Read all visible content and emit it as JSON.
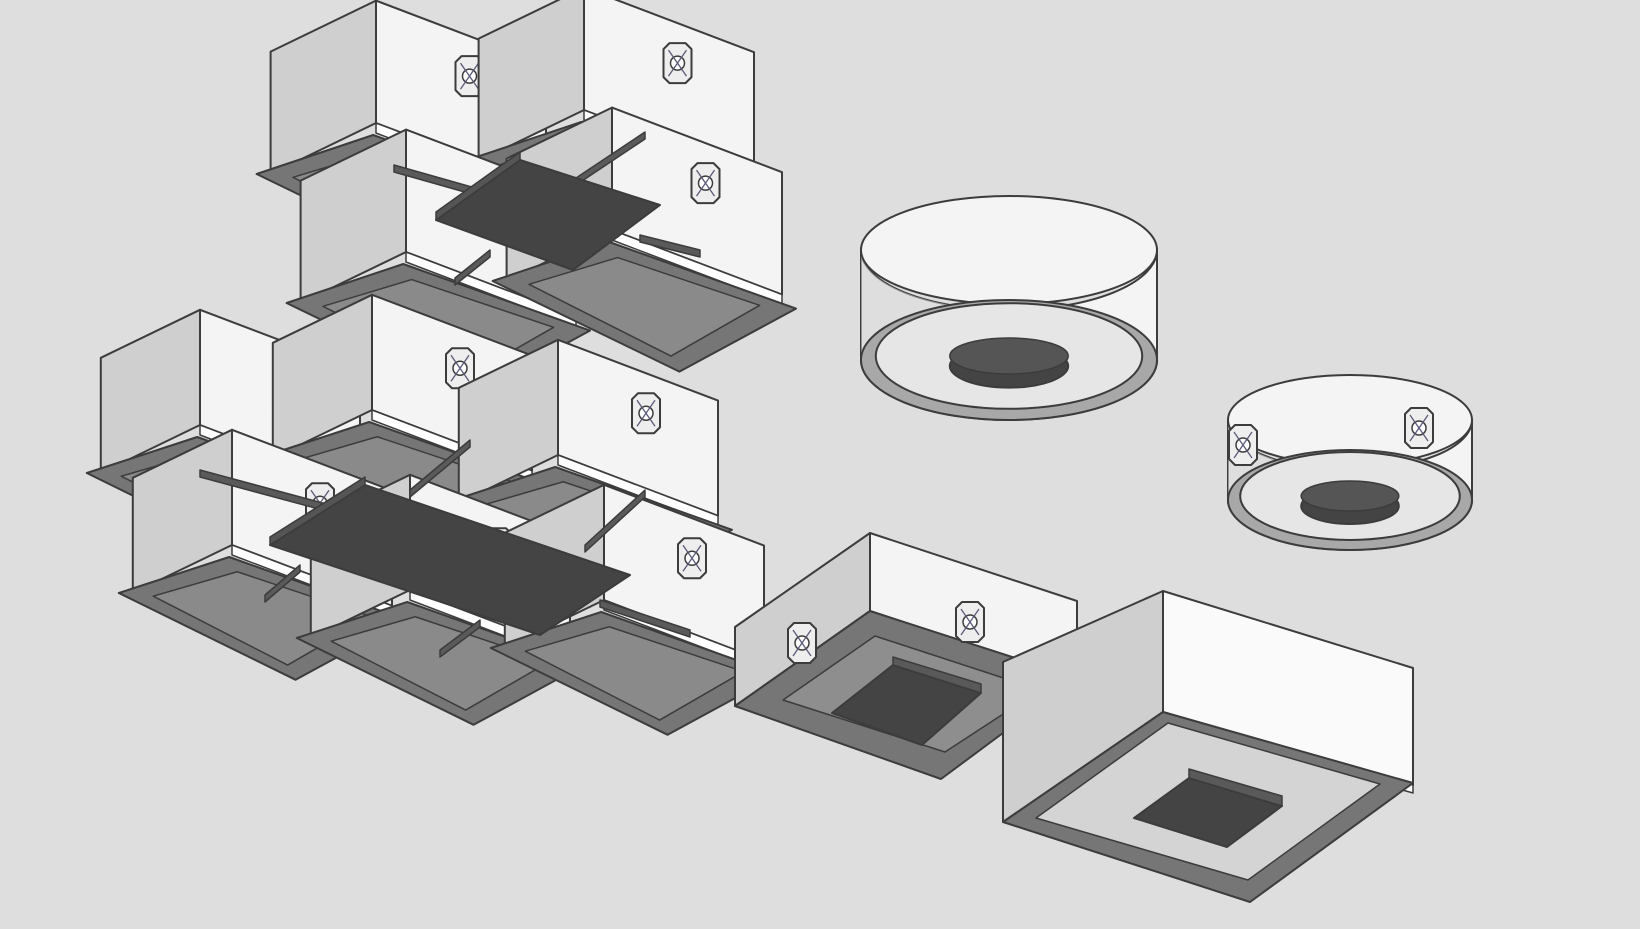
{
  "scene": {
    "name": "isometric-fixture-models",
    "colors": {
      "background": "#dedede",
      "outline": "#3c3c3c",
      "light_face": "#f4f4f4",
      "mid_face": "#cfcfcf",
      "shadow_face": "#a8a8a8",
      "recess": "#767676",
      "dark_plate": "#444444"
    },
    "models": [
      {
        "id": "quad-cube-cluster",
        "kind": "cube-cluster",
        "count": 4
      },
      {
        "id": "six-cube-cluster",
        "kind": "cube-cluster",
        "count": 6
      },
      {
        "id": "large-round-fixture",
        "kind": "cylinder"
      },
      {
        "id": "small-round-fixture",
        "kind": "cylinder"
      },
      {
        "id": "square-fixture-small",
        "kind": "box"
      },
      {
        "id": "square-fixture-large",
        "kind": "box"
      }
    ],
    "icons": [
      "clip-icon"
    ]
  }
}
